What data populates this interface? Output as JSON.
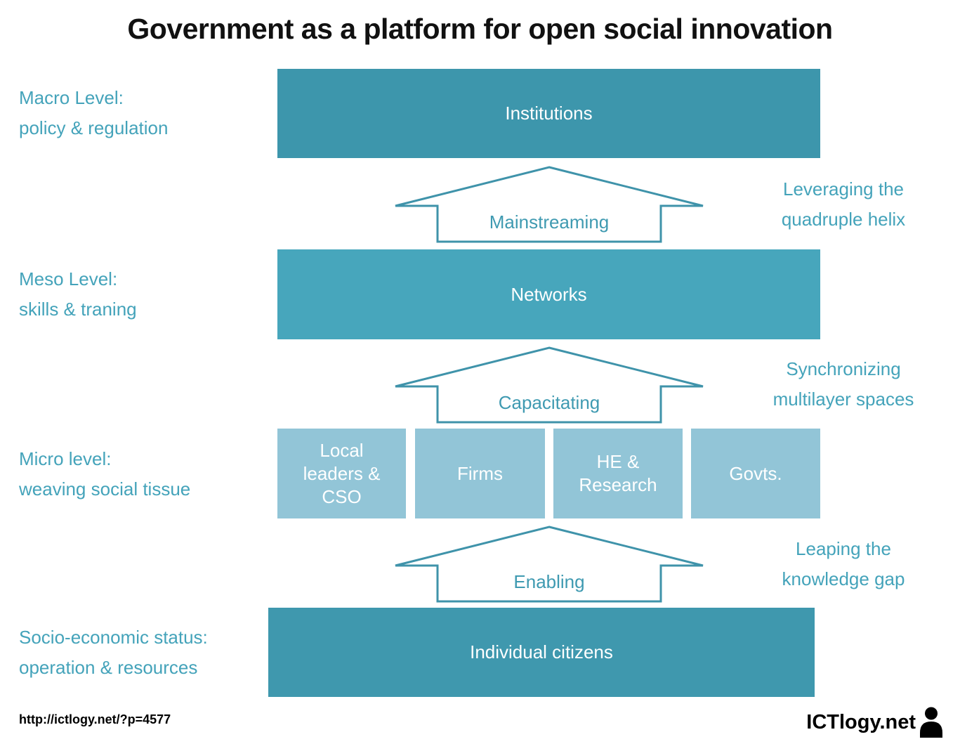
{
  "title": "Government as a platform for open social innovation",
  "levels": {
    "macro": {
      "line1": "Macro Level:",
      "line2": "policy & regulation",
      "box": "Institutions"
    },
    "meso": {
      "line1": "Meso Level:",
      "line2": "skills & traning",
      "box": "Networks"
    },
    "micro": {
      "line1": "Micro level:",
      "line2": "weaving  social tissue",
      "boxes": [
        "Local leaders & CSO",
        "Firms",
        "HE & Research",
        "Govts."
      ]
    },
    "socio": {
      "line1": "Socio-economic status:",
      "line2": "operation & resources",
      "box": "Individual citizens"
    }
  },
  "arrows": {
    "mainstreaming": {
      "label": "Mainstreaming",
      "note_line1": "Leveraging the",
      "note_line2": "quadruple helix"
    },
    "capacitating": {
      "label": "Capacitating",
      "note_line1": "Synchronizing",
      "note_line2": "multilayer  spaces"
    },
    "enabling": {
      "label": "Enabling",
      "note_line1": "Leaping the",
      "note_line2": "knowledge gap"
    }
  },
  "footer": {
    "url": "http://ictlogy.net/?p=4577",
    "logo_text": "ICTlogy.net"
  },
  "colors": {
    "institutions_box": "#3d96ac",
    "networks_box": "#47a6bc",
    "micro_box": "#92c5d7",
    "citizens_box": "#3f98ae",
    "label_text": "#44a3ba",
    "arrow_outline": "#3f93aa",
    "arrow_text": "#3f9ab1",
    "title_text": "#111111"
  }
}
